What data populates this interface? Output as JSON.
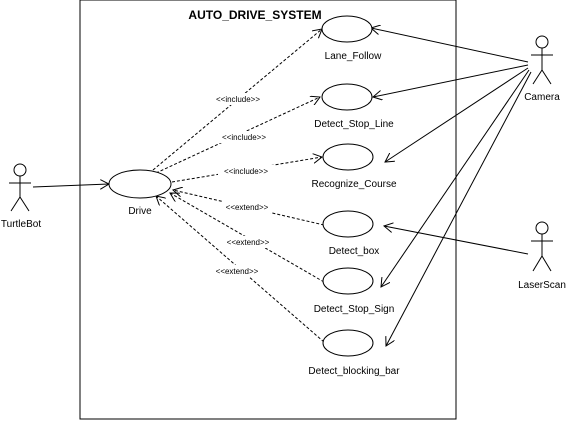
{
  "system": {
    "name": "AUTO_DRIVE_SYSTEM"
  },
  "actors": {
    "turtlebot": "TurtleBot",
    "camera": "Camera",
    "laserscan": "LaserScan"
  },
  "use_cases": {
    "drive": "Drive",
    "lane_follow": "Lane_Follow",
    "detect_stop_line": "Detect_Stop_Line",
    "recognize_course": "Recognize_Course",
    "detect_box": "Detect_box",
    "detect_stop_sign": "Detect_Stop_Sign",
    "detect_blocking_bar": "Detect_blocking_bar"
  },
  "relations": {
    "include_lane_follow": "<<include>>",
    "include_stop_line": "<<include>>",
    "include_course": "<<include>>",
    "extend_box": "<<extend>>",
    "extend_stop_sign": "<<extend>>",
    "extend_blocking_bar": "<<extend>>"
  }
}
